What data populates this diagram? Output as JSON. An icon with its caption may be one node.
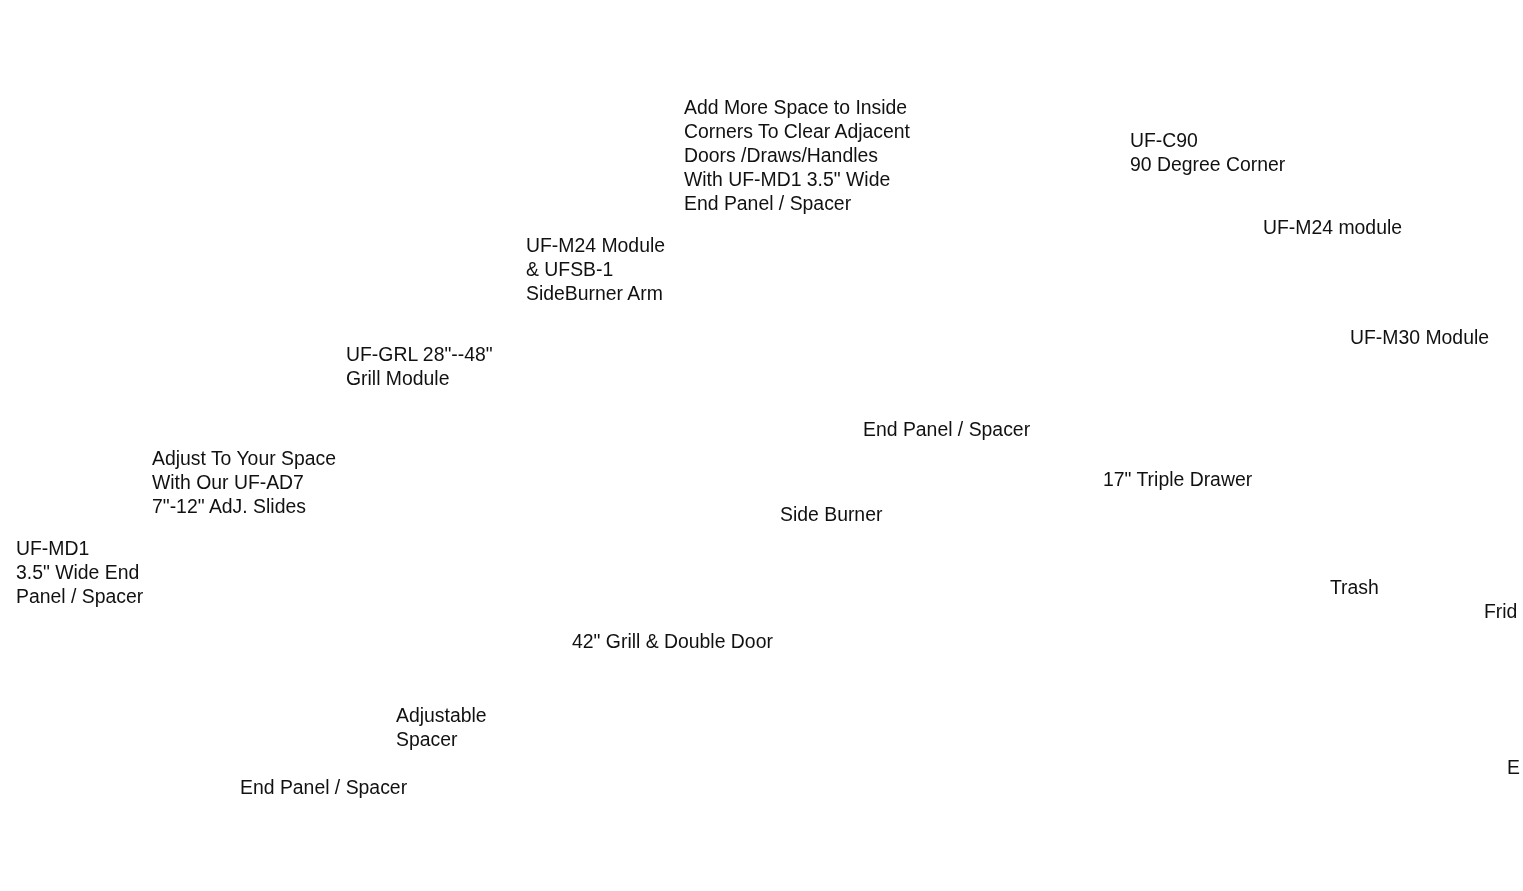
{
  "diagram": {
    "labels": [
      "Add More Space to Inside Corners To Clear Adjacent Doors /Draws/Handles With UF-MD1 3.5\" Wide End Panel / Spacer",
      "UF-C90 90 Degree Corner",
      "UF-M24 module",
      "UF-M24 Module & UFSB-1 SideBurner Arm",
      "UF-M30 Module",
      "UF-GRL 28\"--48\" Grill Module",
      "End Panel / Spacer",
      "Adjust To Your Space With Our UF-AD7 7\"-12\" AdJ. Slides",
      "17\" Triple Drawer",
      "Side Burner",
      "UF-MD1 3.5\" Wide End Panel / Spacer",
      "Trash",
      "Frid",
      "42\" Grill & Double Door",
      "Adjustable Spacer",
      "E",
      "End Panel / Spacer"
    ]
  }
}
